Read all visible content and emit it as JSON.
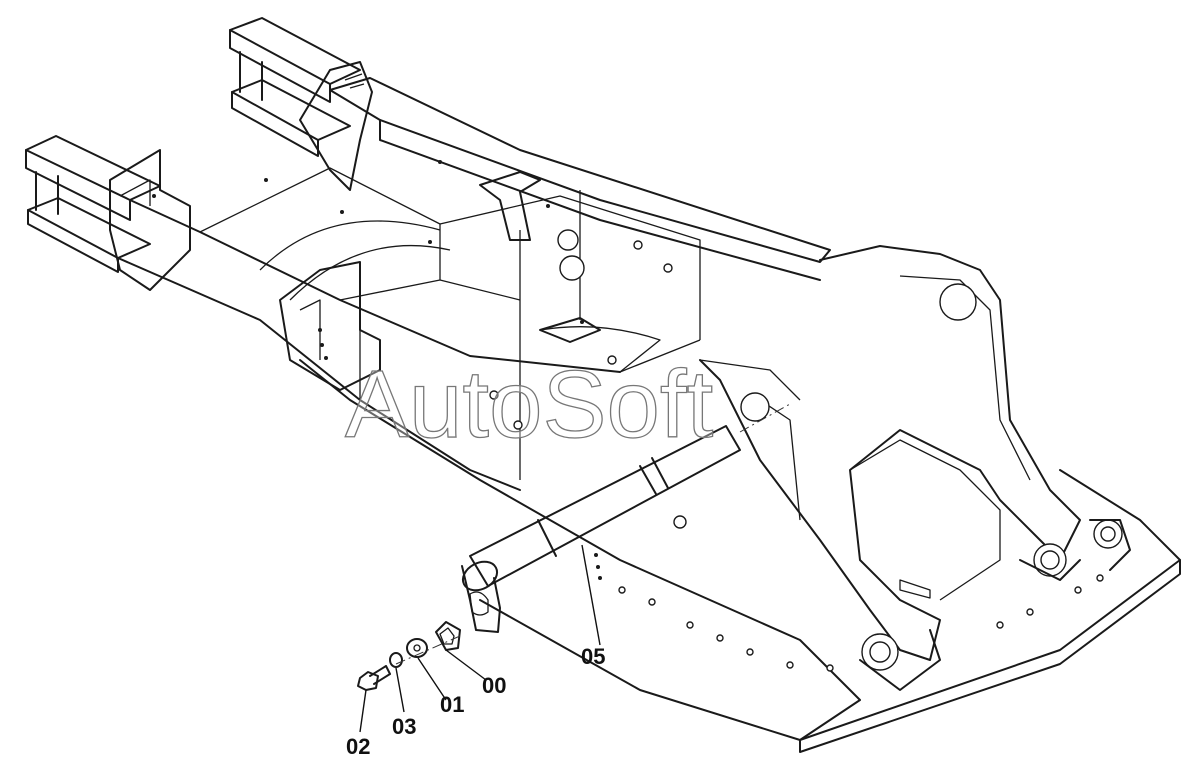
{
  "watermark": "AutoSoft",
  "callouts": [
    {
      "id": "00",
      "label": "00"
    },
    {
      "id": "01",
      "label": "01"
    },
    {
      "id": "02",
      "label": "02"
    },
    {
      "id": "03",
      "label": "03"
    },
    {
      "id": "05",
      "label": "05"
    }
  ],
  "colors": {
    "ink": "#1a1a1a",
    "background": "#ffffff",
    "watermark_stroke": "#777777"
  }
}
